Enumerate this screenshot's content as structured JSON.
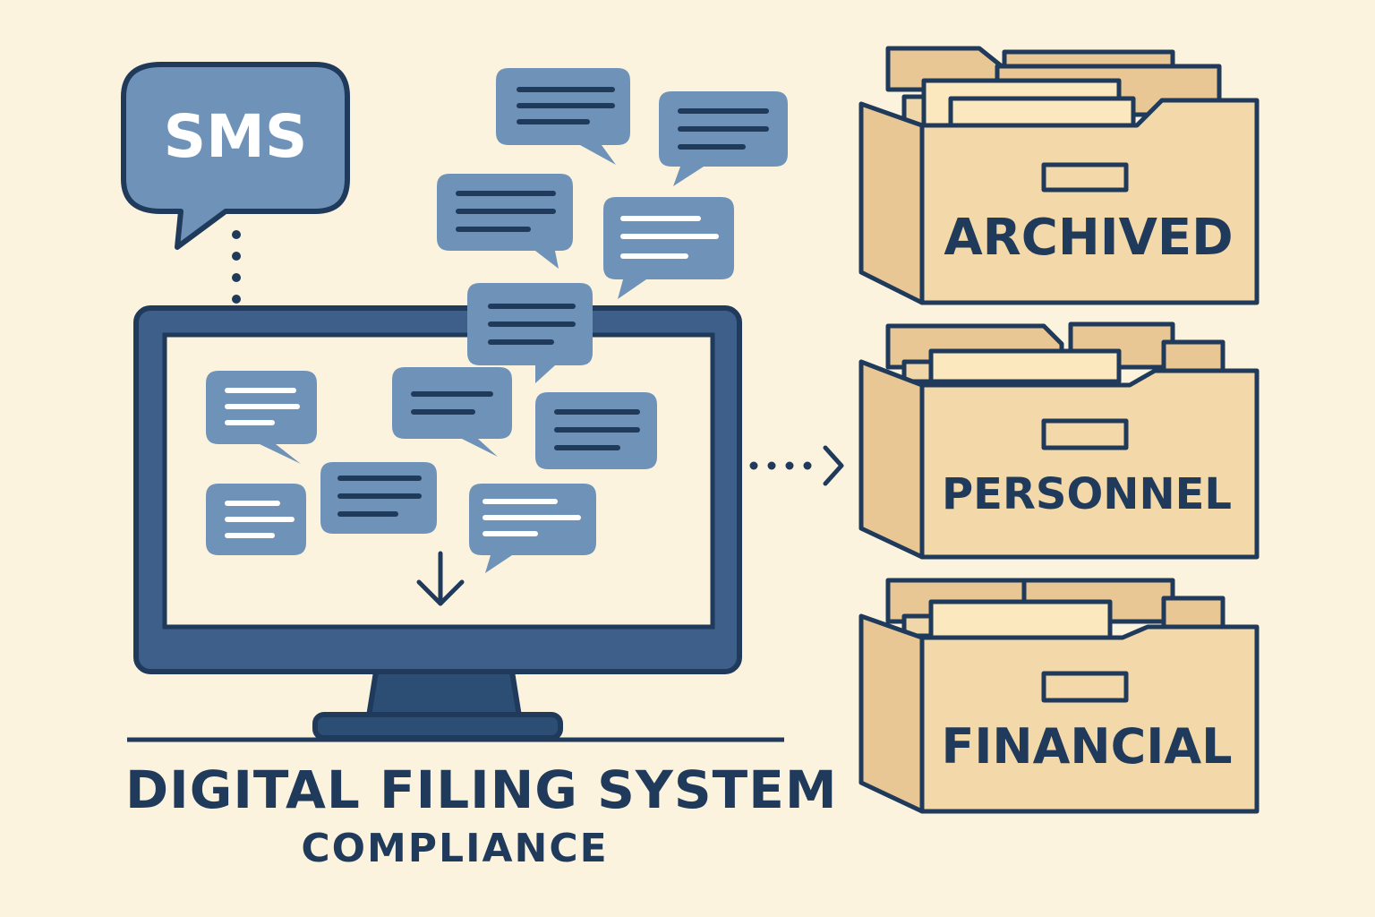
{
  "sms_label": "SMS",
  "title": "DIGITAL FILING SYSTEM",
  "subtitle": "COMPLIANCE",
  "cabinets": [
    {
      "label": "ARCHIVED"
    },
    {
      "label": "PERSONNEL"
    },
    {
      "label": "FINANCIAL"
    }
  ],
  "colors": {
    "background": "#fcf3df",
    "navy": "#1f3a5a",
    "bubble_blue": "#6f93b8",
    "folder_tan": "#f0d6a8",
    "folder_light": "#fbe8bf"
  },
  "icons": [
    "sms-bubble-icon",
    "chat-bubble-icon",
    "monitor-icon",
    "down-arrow-icon",
    "right-arrow-icon",
    "file-cabinet-icon"
  ]
}
